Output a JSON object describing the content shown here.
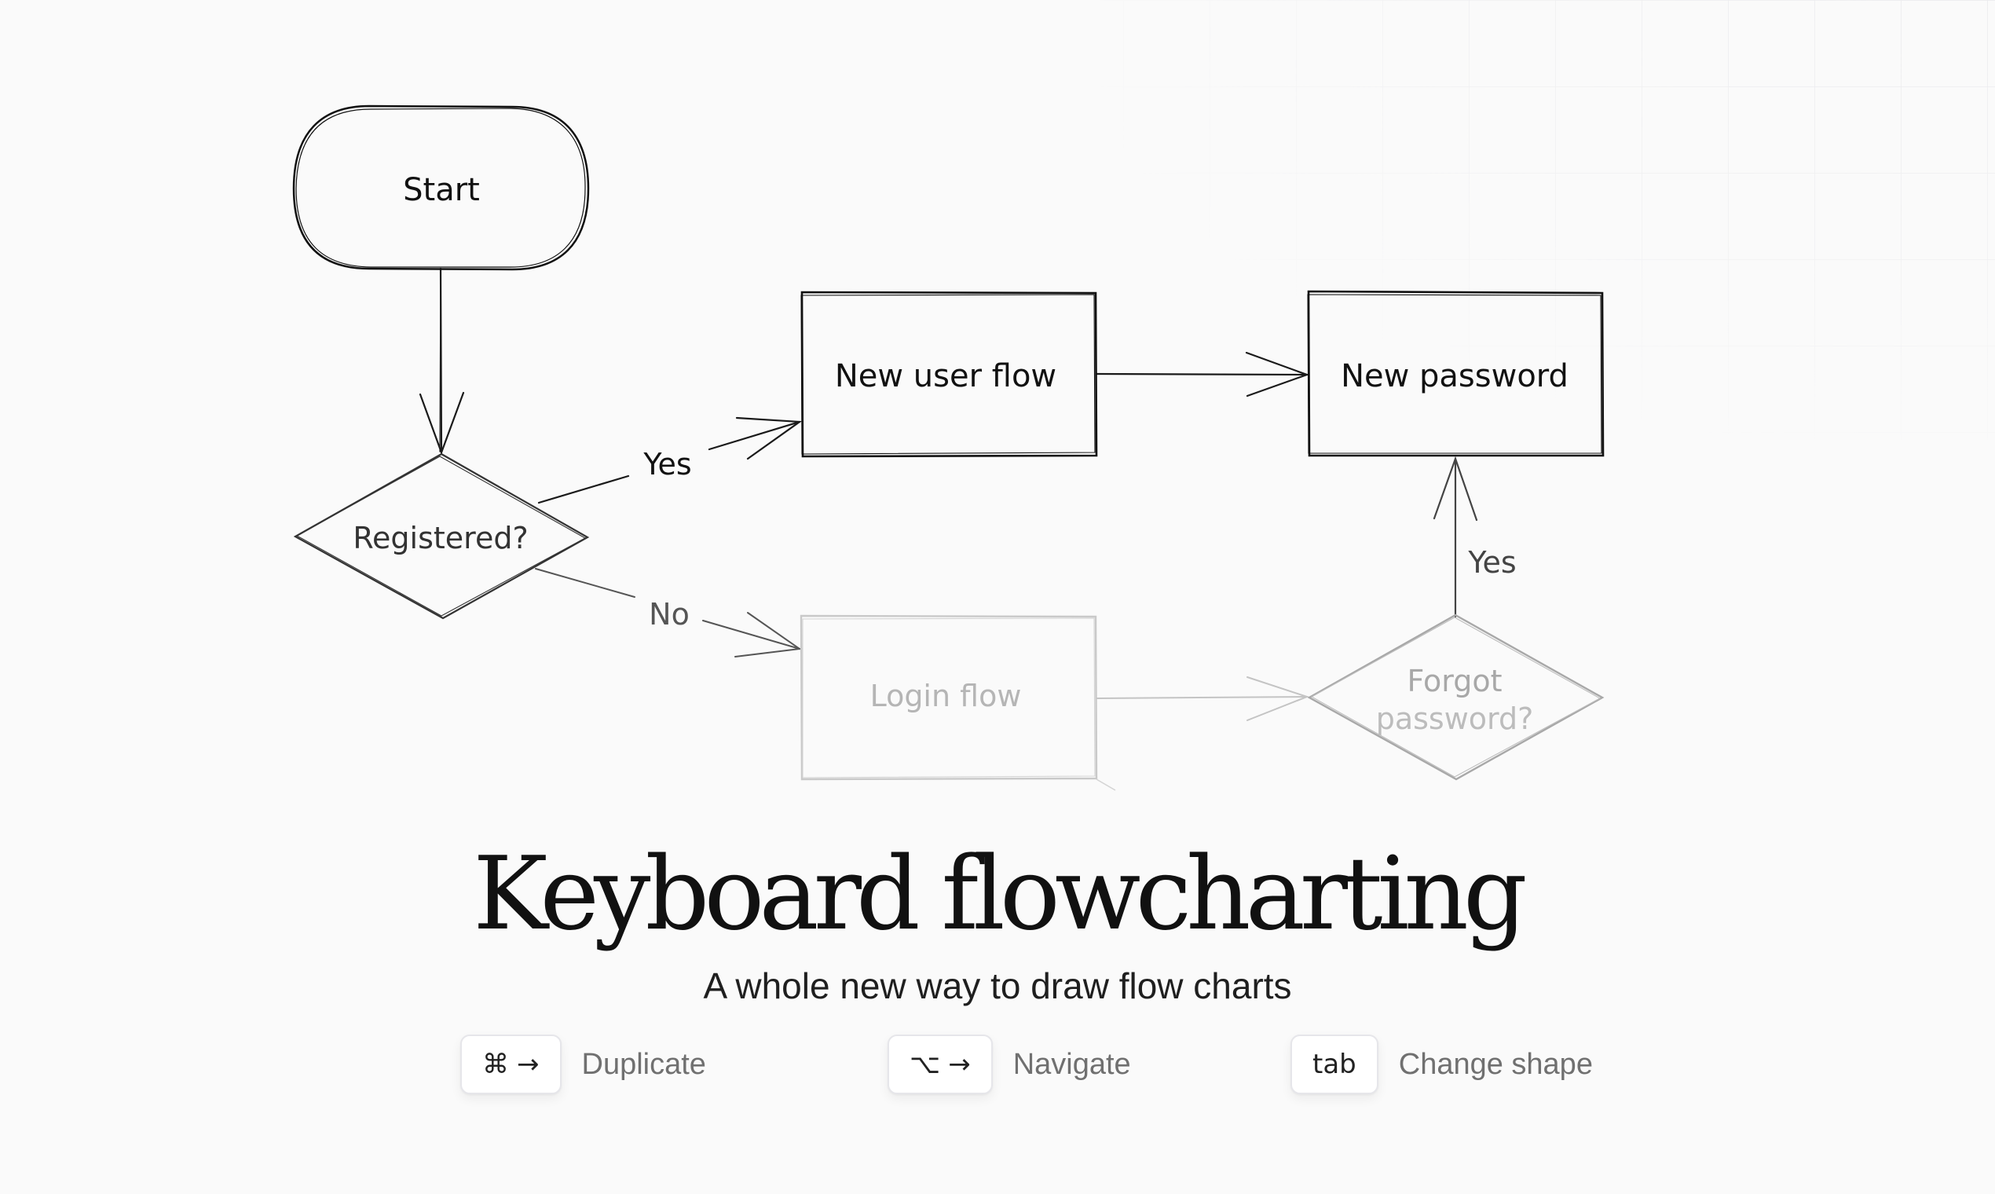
{
  "diagram": {
    "nodes": {
      "start": {
        "label": "Start",
        "shape": "rounded-rectangle"
      },
      "registered": {
        "label": "Registered?",
        "shape": "diamond"
      },
      "new_user_flow": {
        "label": "New user flow",
        "shape": "rectangle"
      },
      "new_password": {
        "label": "New password",
        "shape": "rectangle"
      },
      "login_flow": {
        "label": "Login flow",
        "shape": "rectangle",
        "faded": true
      },
      "forgot_password": {
        "label_line1": "Forgot",
        "label_line2": "password?",
        "shape": "diamond",
        "faded": true
      }
    },
    "edges": [
      {
        "from": "Start",
        "to": "Registered?",
        "label": ""
      },
      {
        "from": "Registered?",
        "to": "New user flow",
        "label": "Yes"
      },
      {
        "from": "Registered?",
        "to": "Login flow",
        "label": "No"
      },
      {
        "from": "New user flow",
        "to": "New password",
        "label": ""
      },
      {
        "from": "Login flow",
        "to": "Forgot password?",
        "label": ""
      },
      {
        "from": "Forgot password?",
        "to": "New password",
        "label": "Yes"
      }
    ],
    "edge_labels": {
      "yes_registered": "Yes",
      "no_registered": "No",
      "yes_forgot": "Yes"
    }
  },
  "headline": "Keyboard flowcharting",
  "subtitle": "A whole new way to draw flow charts",
  "shortcuts": [
    {
      "key": "⌘",
      "arrow": "→",
      "label": "Duplicate"
    },
    {
      "key": "⌥",
      "arrow": "→",
      "label": "Navigate"
    },
    {
      "key": "tab",
      "arrow": "",
      "label": "Change shape"
    }
  ],
  "colors": {
    "background": "#fafafa",
    "ink": "#111111",
    "faded_ink": "#b5b5b5",
    "grid": "#ececee"
  }
}
